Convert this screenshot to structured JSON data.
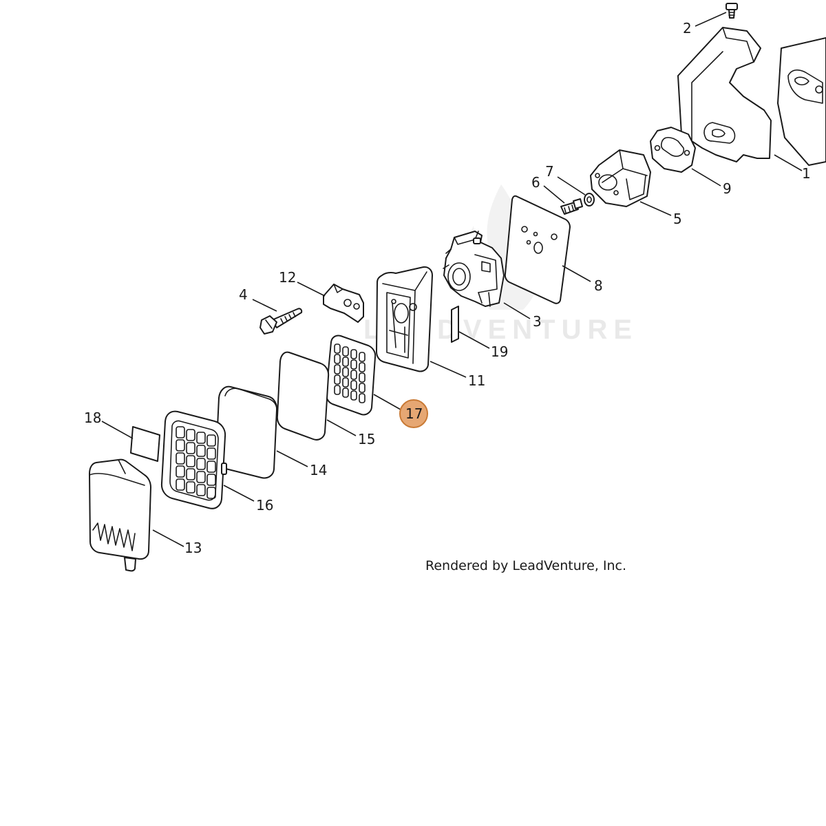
{
  "watermark": {
    "text": "LEADVENTURE"
  },
  "credit": {
    "text": "Rendered by LeadVenture, Inc."
  },
  "highlight": {
    "callout": "17",
    "color": "#e6a773",
    "border_color": "#c97a35"
  },
  "callouts": [
    {
      "id": "1",
      "label": "1"
    },
    {
      "id": "2",
      "label": "2"
    },
    {
      "id": "3",
      "label": "3"
    },
    {
      "id": "4",
      "label": "4"
    },
    {
      "id": "5",
      "label": "5"
    },
    {
      "id": "6",
      "label": "6"
    },
    {
      "id": "7",
      "label": "7"
    },
    {
      "id": "8",
      "label": "8"
    },
    {
      "id": "9",
      "label": "9"
    },
    {
      "id": "11",
      "label": "11"
    },
    {
      "id": "12",
      "label": "12"
    },
    {
      "id": "13",
      "label": "13"
    },
    {
      "id": "14",
      "label": "14"
    },
    {
      "id": "15",
      "label": "15"
    },
    {
      "id": "16",
      "label": "16"
    },
    {
      "id": "17",
      "label": "17"
    },
    {
      "id": "18",
      "label": "18"
    },
    {
      "id": "19",
      "label": "19"
    }
  ]
}
